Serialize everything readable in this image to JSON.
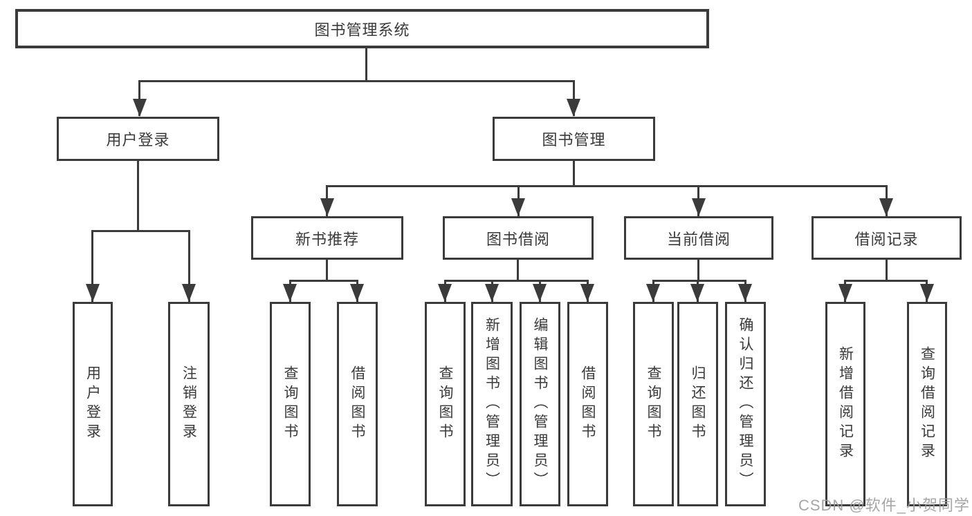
{
  "diagram": {
    "root": {
      "label": "图书管理系统"
    },
    "level1": [
      {
        "label": "用户登录"
      },
      {
        "label": "图书管理"
      }
    ],
    "level2": [
      {
        "label": "新书推荐"
      },
      {
        "label": "图书借阅"
      },
      {
        "label": "当前借阅"
      },
      {
        "label": "借阅记录"
      }
    ],
    "leaves": [
      {
        "label": "用户登录"
      },
      {
        "label": "注销登录"
      },
      {
        "label": "查询图书"
      },
      {
        "label": "借阅图书"
      },
      {
        "label": "查询图书"
      },
      {
        "label": "新增图书（管理员）"
      },
      {
        "label": "编辑图书（管理员）"
      },
      {
        "label": "借阅图书"
      },
      {
        "label": "查询图书"
      },
      {
        "label": "归还图书"
      },
      {
        "label": "确认归还（管理员）"
      },
      {
        "label": "新增借阅记录"
      },
      {
        "label": "查询借阅记录"
      }
    ]
  },
  "watermark": {
    "text": "CSDN @软件_小贺同学"
  },
  "colors": {
    "line": "#3b3b3b",
    "text": "#3a3a3a",
    "watermark": "#9d9d9d",
    "background": "#ffffff"
  }
}
